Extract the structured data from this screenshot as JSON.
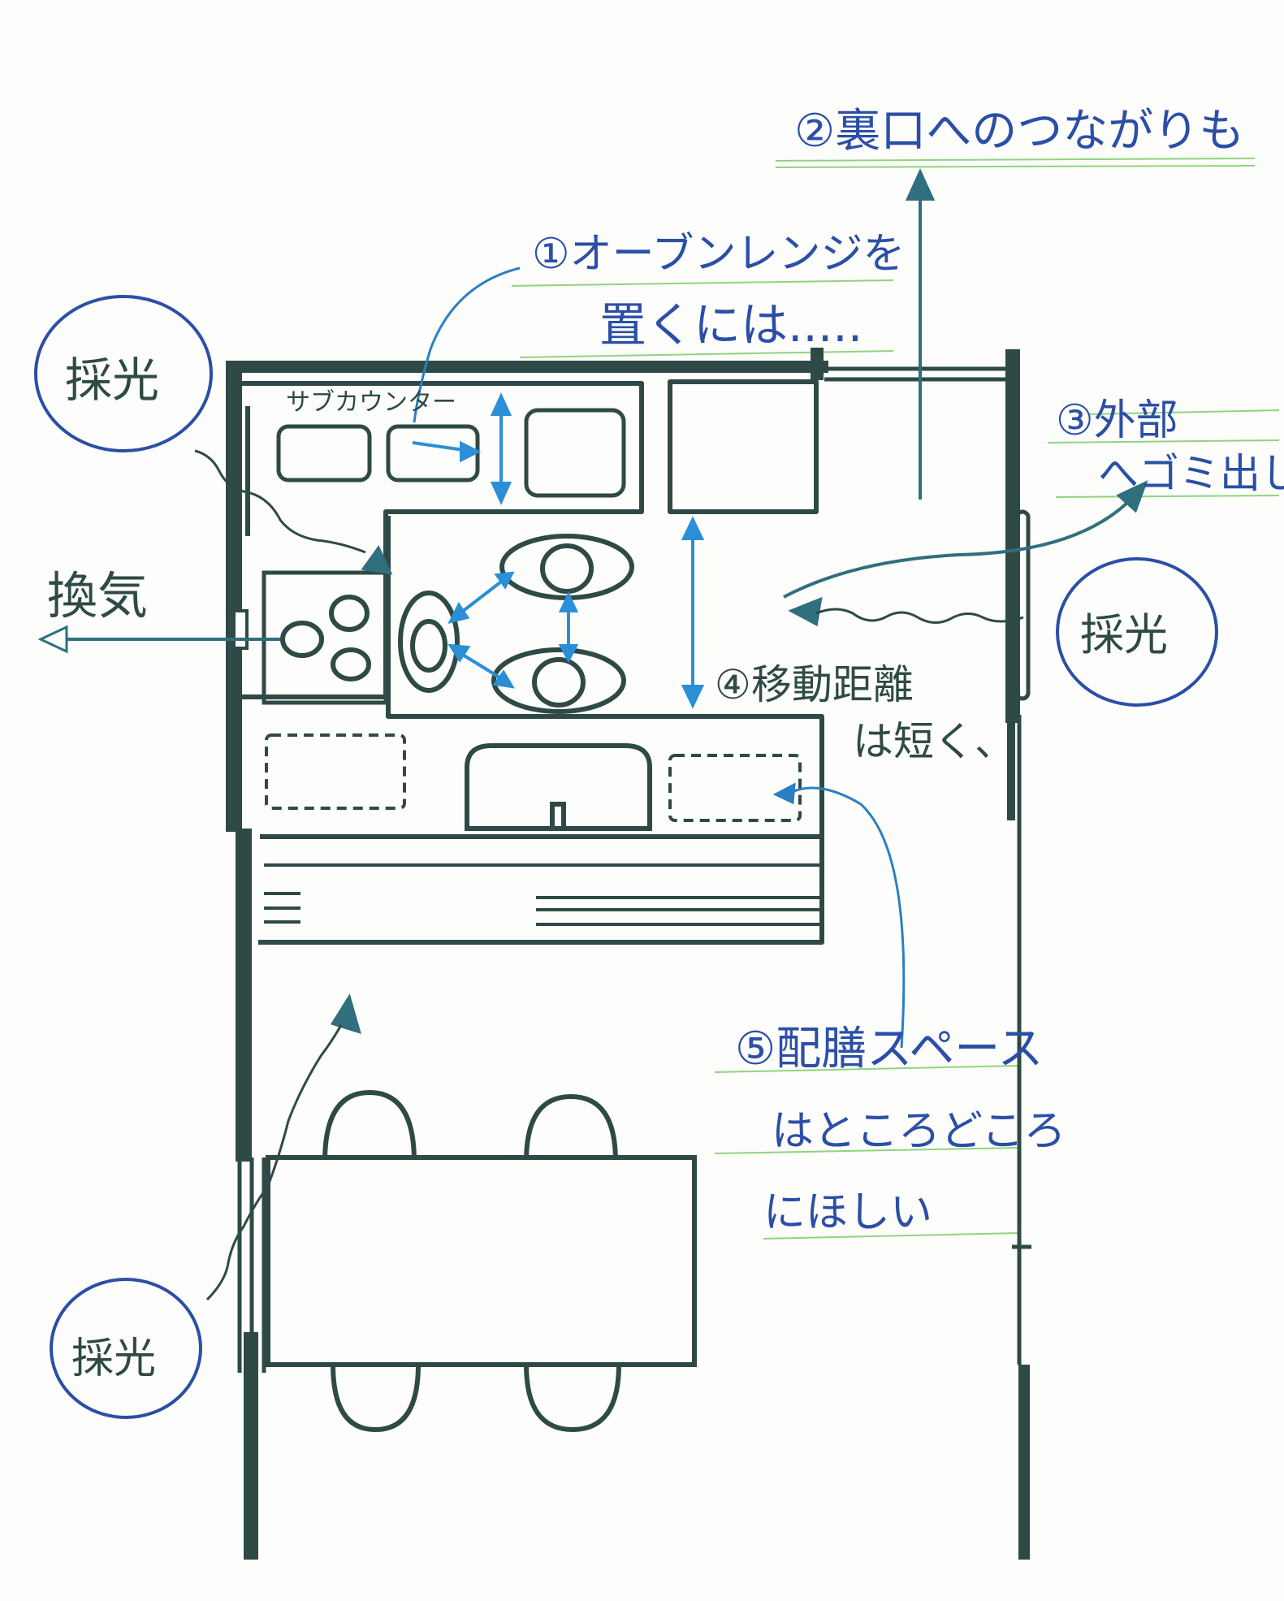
{
  "colors": {
    "wall": "#2f4a46",
    "note_blue": "#2b4fa7",
    "arrow_blue": "#2a8fd6",
    "guide_green": "#8fd47f",
    "teal_arrow": "#2f6f7e",
    "paper": "#fdfdfb"
  },
  "notes": {
    "n1_line1": "①オーブンレンジを",
    "n1_line2": "置くには.....",
    "n2": "②裏口へのつながりも",
    "n3_line1": "③外部",
    "n3_line2": "へゴミ出し",
    "n4_line1": "④移動距離",
    "n4_line2": "は短く、",
    "n5_line1": "⑤配膳スペース",
    "n5_line2": "はところどころ",
    "n5_line3": "にほしい"
  },
  "labels": {
    "sub_counter": "サブカウンター",
    "ventilation": "換気",
    "daylight": "採光"
  },
  "icons": {
    "ventilation_arrow": "arrow-left-icon",
    "back_door_arrow": "arrow-up-icon",
    "trash_arrow": "arrow-curve-right-icon",
    "distance_arrow": "double-arrow-icon"
  }
}
